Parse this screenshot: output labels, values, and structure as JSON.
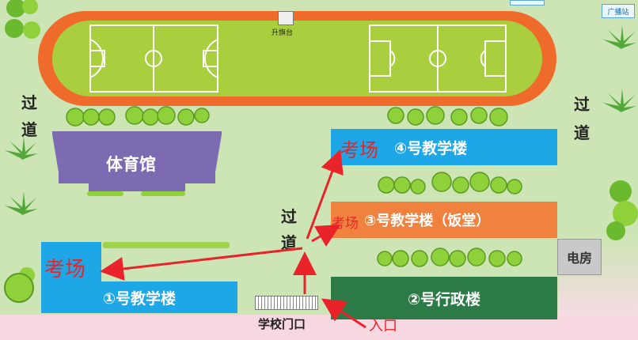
{
  "map": {
    "flag_label": "升旗台",
    "broadcast_label": "广播站",
    "gym_label": "体育馆",
    "corridor_left_1": "过",
    "corridor_left_2": "道",
    "corridor_right_1": "过",
    "corridor_right_2": "道",
    "corridor_center_1": "过",
    "corridor_center_2": "道",
    "building4_label": "④号教学楼",
    "building3_label": "③号教学楼（饭堂）",
    "building1_label": "①号教学楼",
    "building2_label": "②号行政楼",
    "power_room_label": "电房",
    "gate_label": "学校门口",
    "entrance_label": "入口",
    "exam_label_4": "考场",
    "exam_label_3": "考场",
    "exam_label_1": "考场",
    "colors": {
      "track": "#ef6b2b",
      "field": "#a9cf3e",
      "building_blue": "#1ea7e6",
      "building_orange": "#f0823f",
      "building_green": "#2c7a45",
      "gym_purple": "#7c6bb0",
      "arrow_red": "#e8242a",
      "road_pink": "#f8d5df"
    }
  }
}
